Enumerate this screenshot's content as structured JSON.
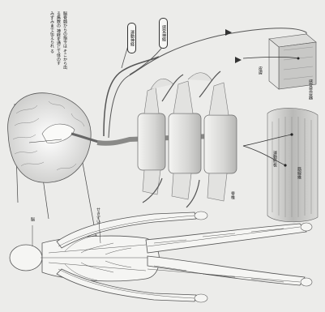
{
  "caption": {
    "lines": [
      "脳脊髄からの指令は",
      "そこから出る無数の",
      "神経を通じて体のす",
      "みずみまで伝えられ",
      "る"
    ]
  },
  "tags": {
    "motor": "運動神経",
    "sensory": "感覚神経"
  },
  "labels": {
    "brain": "脳",
    "spinal_cord": "せきずい",
    "skin": "皮膚",
    "vertebra": "脊椎",
    "muscle_fiber": "筋線維",
    "motor_endplate": "運動終板",
    "receptor": "感覚受容器"
  }
}
